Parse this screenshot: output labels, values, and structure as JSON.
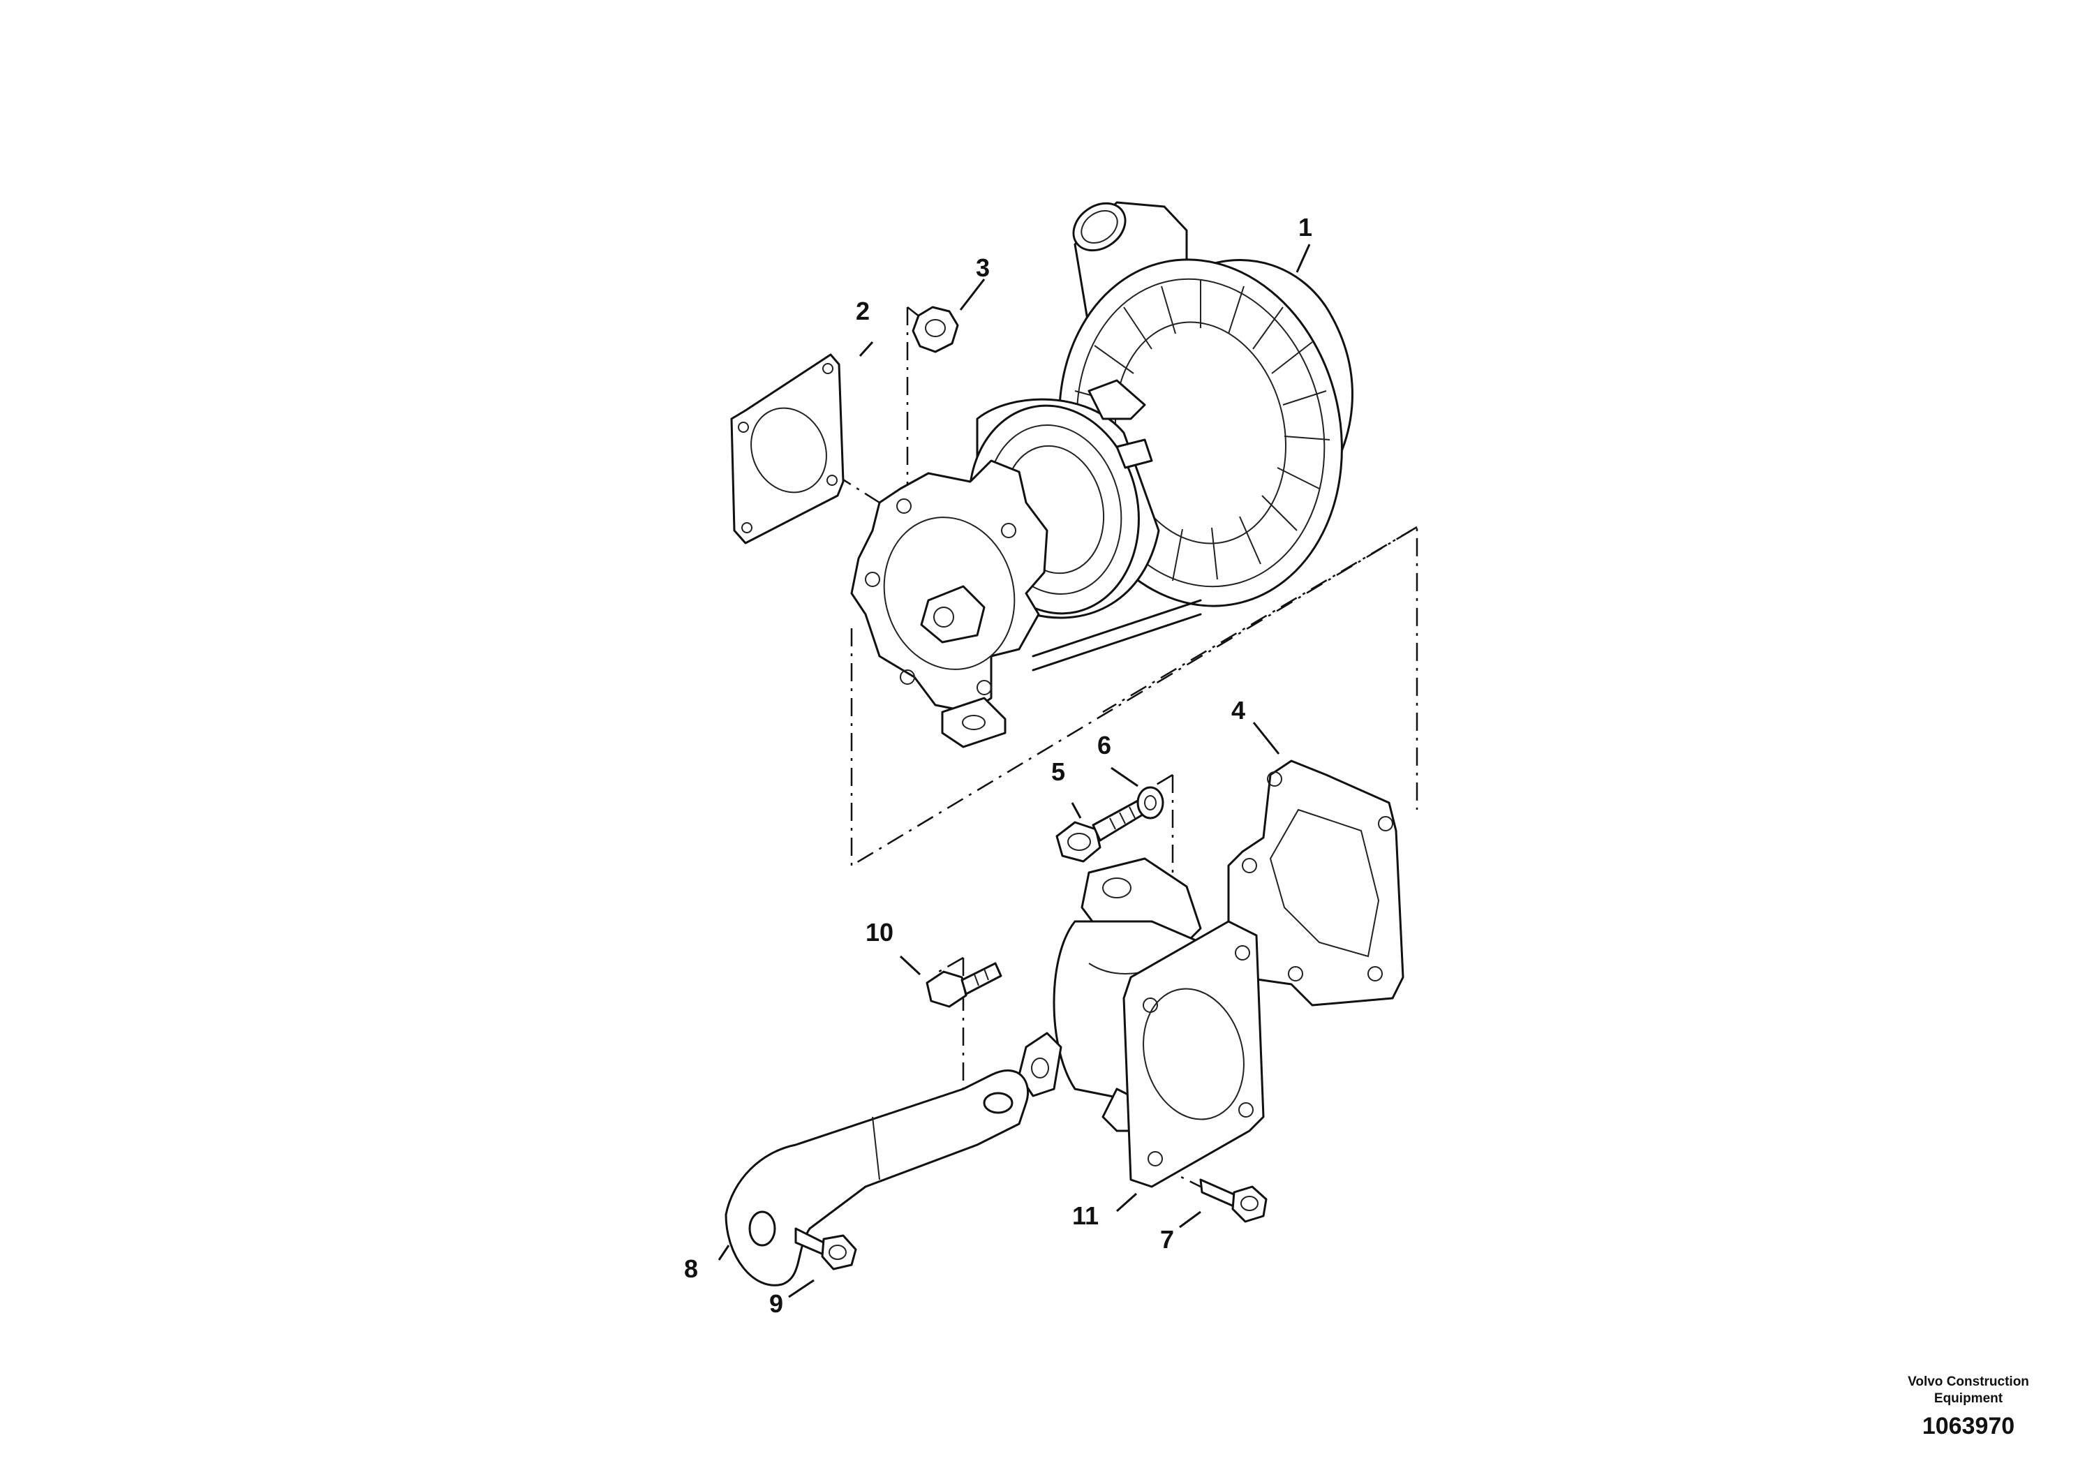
{
  "callouts": [
    "1",
    "2",
    "3",
    "4",
    "5",
    "6",
    "7",
    "8",
    "9",
    "10",
    "11"
  ],
  "footer": {
    "company": "Volvo Construction Equipment",
    "drawing_number": "1063970"
  }
}
